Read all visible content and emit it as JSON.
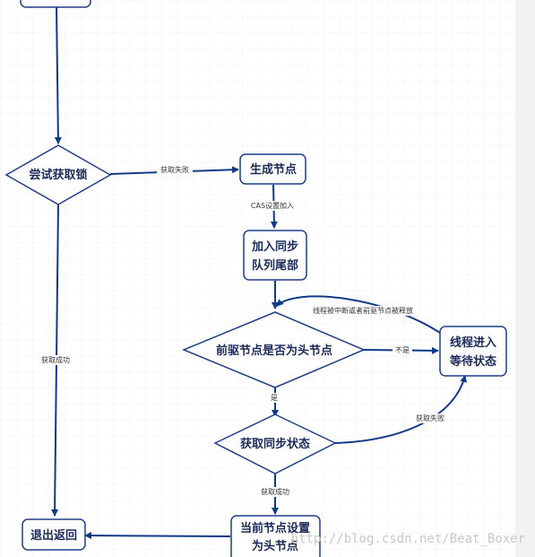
{
  "nodes": {
    "try_lock": "尝试获取锁",
    "gen_node": "生成节点",
    "join_queue": [
      "加入同步",
      "队列尾部"
    ],
    "pred_is_head": "前驱节点是否为头节点",
    "thread_wait": [
      "线程进入",
      "等待状态"
    ],
    "acquire_state": "获取同步状态",
    "exit_return": "退出返回",
    "set_head": [
      "当前节点设置",
      "为头节点"
    ]
  },
  "edges": {
    "fail_1": "获取失败",
    "cas_join": "CAS设置加入",
    "interrupted": "线程被中断或者前驱节点被释放",
    "not_head": "不是",
    "yes": "是",
    "fail_2": "获取失败",
    "success_1": "获取成功",
    "success_2": "获取成功"
  },
  "watermark": "http://blog.csdn.net/Beat_Boxer",
  "colors": {
    "stroke": "#1f3f8a",
    "text": "#1a2a5a",
    "arrow": "#0f3a88"
  }
}
